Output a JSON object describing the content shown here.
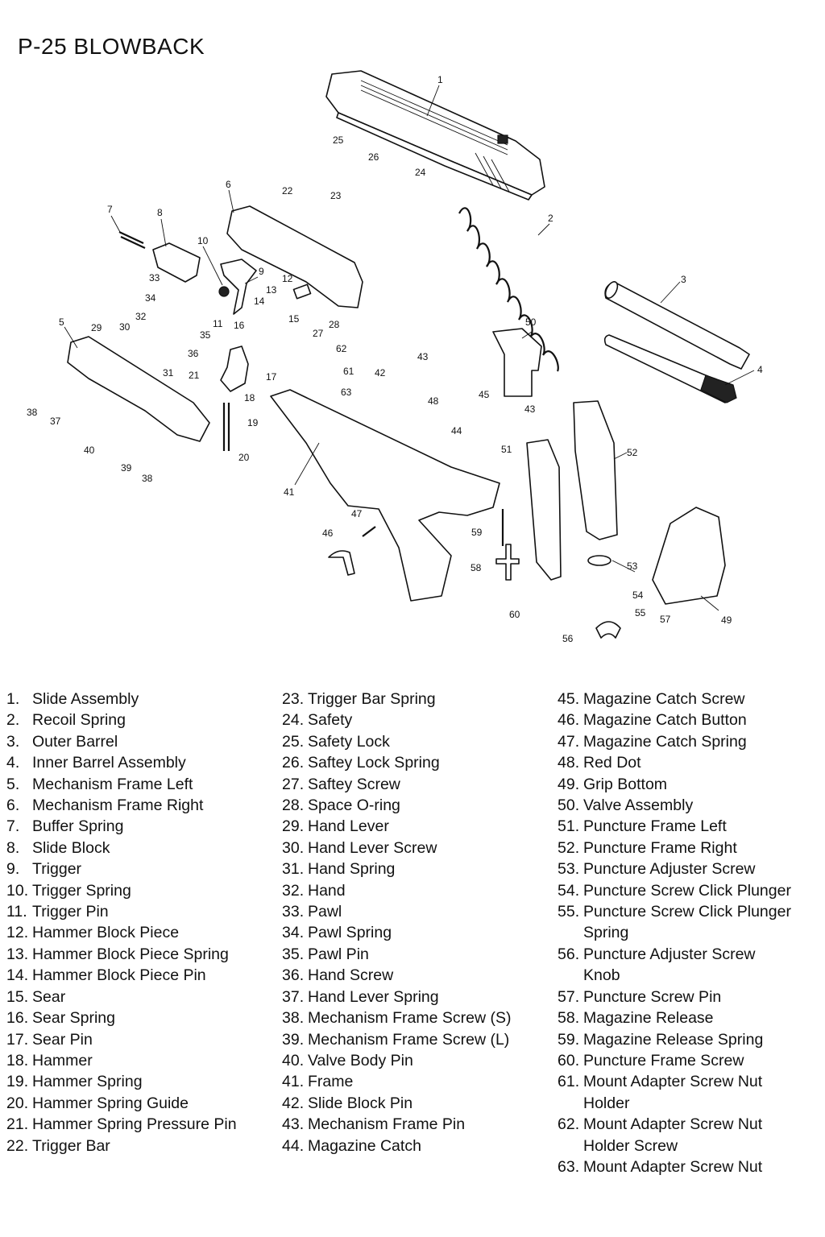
{
  "title": "P-25 BLOWBACK",
  "callouts": [
    "1",
    "2",
    "3",
    "4",
    "5",
    "6",
    "7",
    "8",
    "9",
    "10",
    "11",
    "12",
    "13",
    "14",
    "15",
    "16",
    "17",
    "18",
    "19",
    "20",
    "21",
    "22",
    "23",
    "24",
    "25",
    "26",
    "27",
    "28",
    "29",
    "30",
    "31",
    "32",
    "33",
    "34",
    "35",
    "36",
    "37",
    "38",
    "38",
    "39",
    "40",
    "41",
    "42",
    "43",
    "43",
    "44",
    "45",
    "46",
    "47",
    "48",
    "49",
    "50",
    "51",
    "52",
    "53",
    "54",
    "55",
    "56",
    "57",
    "58",
    "59",
    "60",
    "61",
    "62",
    "63"
  ],
  "parts_columns": [
    [
      {
        "num": "1.",
        "name": "Slide Assembly"
      },
      {
        "num": "2.",
        "name": "Recoil Spring"
      },
      {
        "num": "3.",
        "name": "Outer Barrel"
      },
      {
        "num": "4.",
        "name": "Inner Barrel Assembly"
      },
      {
        "num": "5.",
        "name": "Mechanism Frame Left"
      },
      {
        "num": "6.",
        "name": "Mechanism Frame Right"
      },
      {
        "num": "7.",
        "name": "Buffer Spring"
      },
      {
        "num": "8.",
        "name": "Slide Block"
      },
      {
        "num": "9.",
        "name": "Trigger"
      },
      {
        "num": "10.",
        "name": "Trigger Spring"
      },
      {
        "num": "11.",
        "name": "Trigger Pin"
      },
      {
        "num": "12.",
        "name": "Hammer Block Piece"
      },
      {
        "num": "13.",
        "name": "Hammer Block Piece Spring"
      },
      {
        "num": "14.",
        "name": "Hammer Block Piece Pin"
      },
      {
        "num": "15.",
        "name": "Sear"
      },
      {
        "num": "16.",
        "name": "Sear Spring"
      },
      {
        "num": "17.",
        "name": "Sear Pin"
      },
      {
        "num": "18.",
        "name": "Hammer"
      },
      {
        "num": "19.",
        "name": "Hammer Spring"
      },
      {
        "num": "20.",
        "name": "Hammer Spring Guide"
      },
      {
        "num": "21.",
        "name": "Hammer Spring Pressure Pin"
      },
      {
        "num": "22.",
        "name": "Trigger Bar"
      }
    ],
    [
      {
        "num": "23.",
        "name": "Trigger Bar Spring"
      },
      {
        "num": "24.",
        "name": "Safety"
      },
      {
        "num": "25.",
        "name": "Safety Lock"
      },
      {
        "num": "26.",
        "name": "Saftey Lock Spring"
      },
      {
        "num": "27.",
        "name": "Saftey Screw"
      },
      {
        "num": "28.",
        "name": "Space O-ring"
      },
      {
        "num": "29.",
        "name": "Hand Lever"
      },
      {
        "num": "30.",
        "name": "Hand Lever Screw"
      },
      {
        "num": "31.",
        "name": "Hand Spring"
      },
      {
        "num": "32.",
        "name": "Hand"
      },
      {
        "num": "33.",
        "name": "Pawl"
      },
      {
        "num": "34.",
        "name": "Pawl Spring"
      },
      {
        "num": "35.",
        "name": "Pawl Pin"
      },
      {
        "num": "36.",
        "name": "Hand Screw"
      },
      {
        "num": "37.",
        "name": "Hand Lever Spring"
      },
      {
        "num": "38.",
        "name": "Mechanism Frame Screw (S)"
      },
      {
        "num": "39.",
        "name": "Mechanism Frame Screw (L)"
      },
      {
        "num": "40.",
        "name": "Valve Body Pin"
      },
      {
        "num": "41.",
        "name": "Frame"
      },
      {
        "num": "42.",
        "name": "Slide Block Pin"
      },
      {
        "num": "43.",
        "name": "Mechanism Frame Pin"
      },
      {
        "num": "44.",
        "name": "Magazine Catch"
      }
    ],
    [
      {
        "num": "45.",
        "name": "Magazine Catch Screw"
      },
      {
        "num": "46.",
        "name": "Magazine Catch Button"
      },
      {
        "num": "47.",
        "name": "Magazine Catch Spring"
      },
      {
        "num": "48.",
        "name": "Red Dot"
      },
      {
        "num": "49.",
        "name": "Grip Bottom"
      },
      {
        "num": "50.",
        "name": "Valve Assembly"
      },
      {
        "num": "51.",
        "name": "Puncture Frame Left"
      },
      {
        "num": "52.",
        "name": "Puncture Frame Right"
      },
      {
        "num": "53.",
        "name": "Puncture Adjuster Screw"
      },
      {
        "num": "54.",
        "name": "Puncture Screw Click Plunger"
      },
      {
        "num": "55.",
        "name": "Puncture Screw Click Plunger",
        "cont": "Spring"
      },
      {
        "num": "56.",
        "name": "Puncture Adjuster Screw",
        "cont": "Knob"
      },
      {
        "num": "57.",
        "name": "Puncture Screw Pin"
      },
      {
        "num": "58.",
        "name": "Magazine Release"
      },
      {
        "num": "59.",
        "name": "Magazine Release Spring"
      },
      {
        "num": "60.",
        "name": "Puncture Frame Screw"
      },
      {
        "num": "61.",
        "name": "Mount Adapter Screw Nut",
        "cont": "Holder"
      },
      {
        "num": "62.",
        "name": "Mount Adapter Screw Nut",
        "cont": "Holder Screw"
      },
      {
        "num": "63.",
        "name": "Mount Adapter Screw Nut"
      }
    ]
  ]
}
